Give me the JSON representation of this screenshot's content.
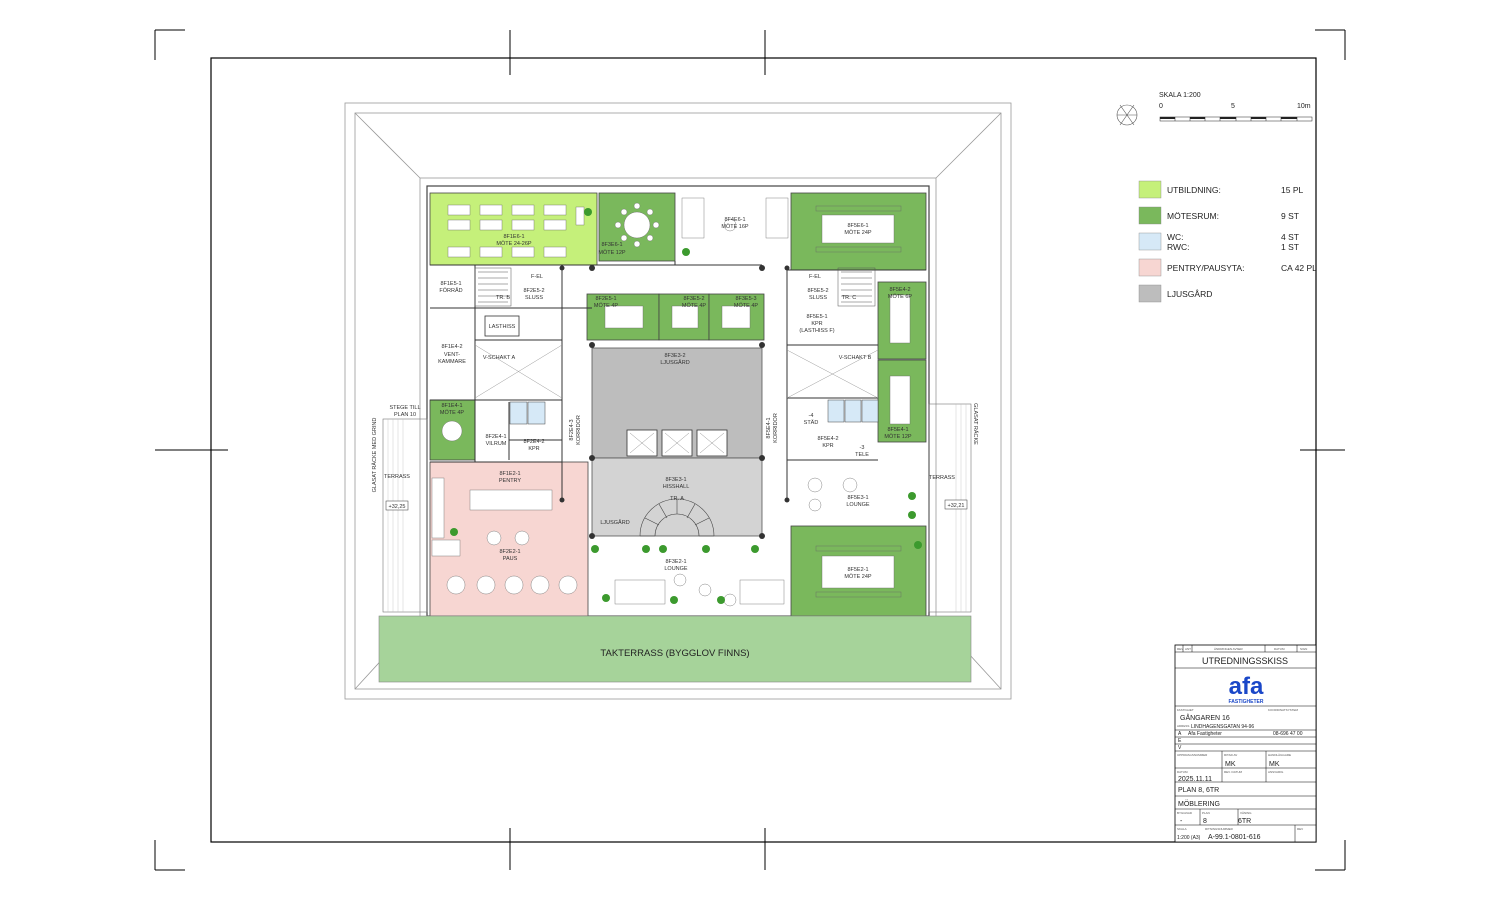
{
  "scale": {
    "title": "SKALA 1:200",
    "ticks": [
      "0",
      "5",
      "10m"
    ]
  },
  "legend": [
    {
      "label": "UTBILDNING:",
      "value": "15 PL",
      "color": "#c5f07a"
    },
    {
      "label": "MÖTESRUM:",
      "value": "9 ST",
      "color": "#7ab85c"
    },
    {
      "label": "WC:",
      "value": "4 ST",
      "label2": "RWC:",
      "value2": "1 ST",
      "color": "#d6e9f7"
    },
    {
      "label": "PENTRY/PAUSYTA:",
      "value": "CA 42 PL",
      "color": "#f7d6d2"
    },
    {
      "label": "LJUSGÅRD",
      "value": "",
      "color": "#bdbdbd"
    }
  ],
  "rooms": {
    "r1e6": [
      "8F1E6-1",
      "MÖTE 24-26P"
    ],
    "r3e6": [
      "8F3E6-1",
      "MÖTE 12P"
    ],
    "r4e6": [
      "8F4E6-1",
      "MÖTE 16P"
    ],
    "r5e6": [
      "8F5E6-1",
      "MÖTE 24P"
    ],
    "r1e5": [
      "8F1E5-1",
      "FÖRRÅD"
    ],
    "r2e5": [
      "8F2E5-2",
      "SLUSS"
    ],
    "r5e5b": [
      "8F5E5-2",
      "SLUSS"
    ],
    "r1e4": [
      "8F1E4-2",
      "VENT-",
      "KAMMARE"
    ],
    "r1e4m": [
      "8F1E4-1",
      "MÖTE 4P"
    ],
    "r2e4a": [
      "8F2E4-1",
      "VILRUM"
    ],
    "r2e4b": [
      "8F2E4-2",
      "KPR"
    ],
    "r2e4c": [
      "8F2E4-3",
      "KORRIDOR"
    ],
    "r3e3": [
      "8F3E3-2",
      "LJUSGÅRD"
    ],
    "r2e5m": [
      "8F2E5-1",
      "MÖTE 4P"
    ],
    "r3e5": [
      "8F3E5-2",
      "MÖTE 4P"
    ],
    "r3e5b": [
      "8F3E5-3",
      "MÖTE 4P"
    ],
    "r5e5": [
      "8F5E5-1",
      "KPR",
      "(LASTHISS F)"
    ],
    "r5e4": [
      "8F5E4-2",
      "MÖTE 6P"
    ],
    "r5e4k": [
      "8F5E4-1",
      "KORRIDOR"
    ],
    "r5e4m": [
      "8F5E4-1",
      "MÖTE 12P"
    ],
    "r5e4s": [
      "-4",
      "STÄD"
    ],
    "r5e4p": [
      "8F5E4-2",
      "KPR"
    ],
    "r5e4t": [
      "-3",
      "TELE"
    ],
    "r1e2": [
      "8F1E2-1",
      "PENTRY"
    ],
    "r2e2": [
      "8F2E2-1",
      "PAUS"
    ],
    "r3e3h": [
      "8F3E3-1",
      "HISSHALL"
    ],
    "r3e3l": [
      "LJUSGÅRD"
    ],
    "r5e3": [
      "8F5E3-1",
      "LOUNGE"
    ],
    "r3e2": [
      "8F3E2-1",
      "LOUNGE"
    ],
    "r5e2": [
      "8F5E2-1",
      "MÖTE 24P"
    ]
  },
  "misc": {
    "vschaktA": "V-SCHAKT A",
    "vschaktB": "V-SCHAKT B",
    "lasthiss": "LASTHISS",
    "fel": "F-EL",
    "fel2": "F-EL",
    "trb": "TR. B",
    "trc": "TR. C",
    "tra": "TR. A",
    "stege": [
      "STEGE TILL",
      "PLAN 10"
    ],
    "glas_left": "GLASAT RÄCKE MED GRIND",
    "glas_right": "GLASAT RÄCKE",
    "terrass_l": "TERRASS",
    "terrass_r": "TERRASS",
    "level_l": "+32,25",
    "level_r": "+32,21",
    "takterrass": "TAKTERRASS (BYGGLOV FINNS)"
  },
  "titleblock": {
    "hdr": [
      "REV",
      "ANT",
      "ÄNDRINGEN AVSER",
      "DATUM",
      "SIGN"
    ],
    "title": "UTREDNINGSSKISS",
    "logo": "afa",
    "logo_sub": "FASTIGHETER",
    "lbl_fastighet": "FASTIGHET",
    "lbl_koord": "KOORDINATSYSTEM",
    "fastighet": "GÅNGAREN 16",
    "lbl_adress": "ADRESS",
    "adress": "LINDHAGENSGATAN 94-96",
    "rowA": "A",
    "company": "Afa Fastigheter",
    "phone": "08-696 47 00",
    "rowE": "E",
    "rowV": "V",
    "lbl_uppdrag": "UPPDRAGSNUMMER",
    "lbl_ritad": "RITAD AV",
    "lbl_handlaggare": "HANDLÄGGARE",
    "ritad": "MK",
    "handlaggare": "MK",
    "lbl_datum": "DATUM",
    "lbl_rev_datum": "REV. DATUM",
    "lbl_ansvarig": "ANSVARIG",
    "datum": "2025.11.11",
    "plan_text": "PLAN 8, 6TR",
    "innehall": "MÖBLERING",
    "lbl_byggnad": "BYGGNAD",
    "lbl_plan": "PLAN",
    "lbl_vaning": "VÅNING",
    "byggnad": "-",
    "plan": "8",
    "vaning": "6TR",
    "lbl_skala": "SKALA",
    "lbl_ritnr": "RITNINGSNUMMER",
    "lbl_rev": "REV",
    "skala": "1:200 (A3)",
    "ritnr": "A-99.1-0801-616"
  }
}
